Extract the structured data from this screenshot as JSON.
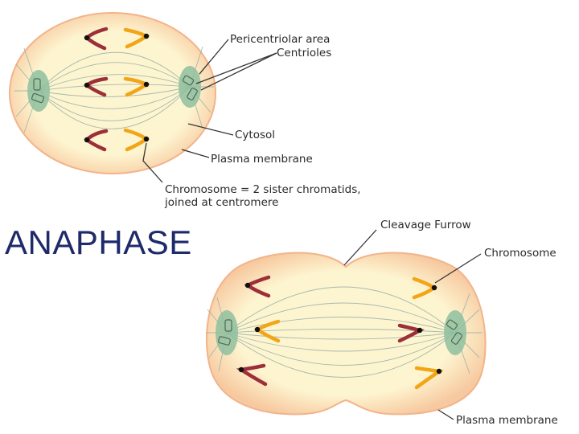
{
  "title": "ANAPHASE",
  "top_cell": {
    "labels": {
      "pericentriolar": "Pericentriolar area",
      "centrioles": "Centrioles",
      "cytosol": "Cytosol",
      "plasma_membrane": "Plasma membrane",
      "chromosome_line1": "Chromosome = 2 sister chromatids,",
      "chromosome_line2": "joined at centromere"
    }
  },
  "bottom_cell": {
    "labels": {
      "cleavage_furrow": "Cleavage Furrow",
      "chromosome": "Chromosome",
      "plasma_membrane": "Plasma membrane"
    }
  },
  "colors": {
    "cell_fill": "#fdf5d0",
    "cell_rim": "#f7c9a0",
    "centrosome": "#8fbf9f",
    "chromatid_red": "#9c2f38",
    "chromatid_orange": "#f2a516",
    "title": "#1f2a6b"
  }
}
